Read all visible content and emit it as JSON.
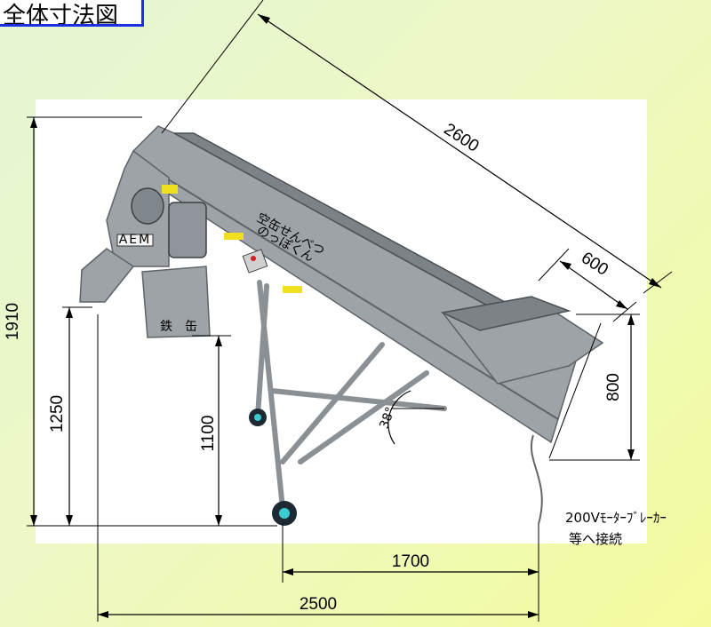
{
  "title": "全体寸法図",
  "dimensions": {
    "conveyor_length": "2600",
    "hopper_width": "600",
    "total_height": "1910",
    "discharge_height": "1250",
    "chute_height": "1100",
    "hopper_height": "800",
    "angle": "38°",
    "leg_span": "1700",
    "total_length": "2500"
  },
  "labels": {
    "brand_plate": "AEM",
    "machine_name_line1": "空缶せんべつ",
    "machine_name_line2": "のっぽくん",
    "chute_label": "鉄　缶"
  },
  "note": {
    "line1": "200Vﾓｰﾀｰﾌﾞﾚｰｶｰ",
    "line2": "等へ接続"
  }
}
